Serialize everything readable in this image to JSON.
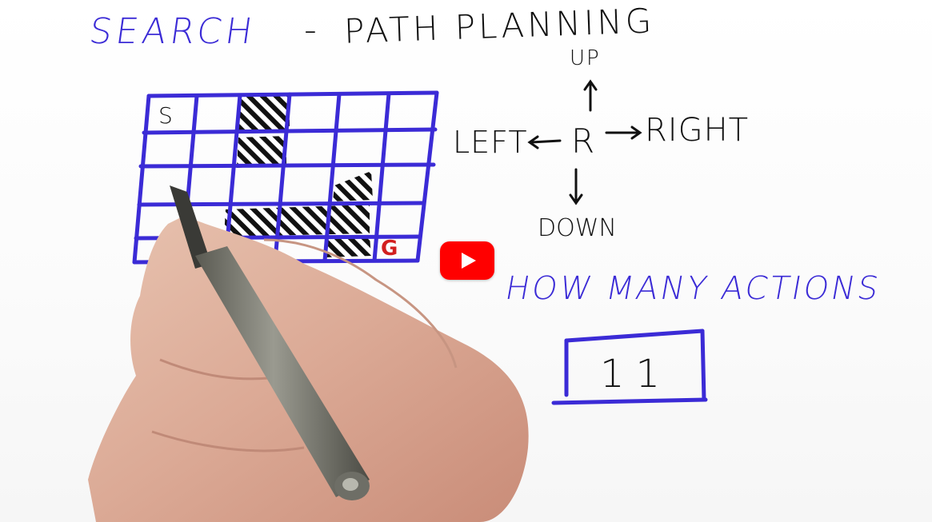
{
  "whiteboard": {
    "title_topic": "SEARCH",
    "title_separator": "-",
    "title_subject": "PATH PLANNING",
    "grid": {
      "start_label": "S",
      "goal_label": "G"
    },
    "actions": {
      "up": "UP",
      "right": "RIGHT",
      "left": "LEFT",
      "down": "DOWN",
      "robot": "R"
    },
    "question": "HOW MANY ACTIONS",
    "answer": "11"
  },
  "player": {
    "play_icon": "play-icon"
  },
  "colors": {
    "ink_blue": "#3b2bd6",
    "ink_black": "#111111",
    "goal_red": "#d21f1f",
    "play_red": "#ff0000"
  }
}
